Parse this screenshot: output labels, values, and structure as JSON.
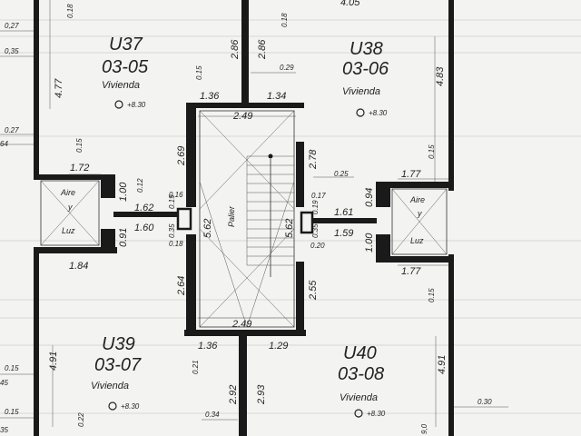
{
  "units": [
    {
      "code": "U37",
      "floor": "03-05",
      "type": "Vivienda",
      "level": "+8.30"
    },
    {
      "code": "U38",
      "floor": "03-06",
      "type": "Vivienda",
      "level": "+8.30"
    },
    {
      "code": "U39",
      "floor": "03-07",
      "type": "Vivienda",
      "level": "+8.30"
    },
    {
      "code": "U40",
      "floor": "03-08",
      "type": "Vivienda",
      "level": "+8.30"
    }
  ],
  "shafts": [
    {
      "line1": "Aire",
      "line2": "y",
      "line3": "Luz"
    },
    {
      "line1": "Aire",
      "line2": "y",
      "line3": "Luz"
    }
  ],
  "core": {
    "label": "Palier"
  },
  "dims": {
    "d_0_27_a": "0,27",
    "d_0_35_a": "0,35",
    "d_0_18_top": "0.18",
    "d_0_18_top2": "0.18",
    "d_4_77": "4.77",
    "d_2_86_a": "2.86",
    "d_2_86_b": "2.86",
    "d_0_15_a": "0.15",
    "d_0_29": "0.29",
    "d_4_83": "4.83",
    "d_1_36_top": "1.36",
    "d_1_34": "1.34",
    "d_2_49_top": "2.49",
    "d_0_27_b": "0.27",
    "d_64": "64",
    "d_0_15_b": "0.15",
    "d_2_69": "2.69",
    "d_2_78": "2.78",
    "d_0_25": "0.25",
    "d_1_72": "1.72",
    "d_1_77_top": "1.77",
    "d_0_15_c": "0.15",
    "d_1_00_a": "1.00",
    "d_0_12": "0.12",
    "d_1_62": "1.62",
    "d_1_60": "1.60",
    "d_0_16": "0.16",
    "d_0_19": "0.19",
    "d_0_35_c": "0.35",
    "d_0_18_c": "0.18",
    "d_5_62_a": "5.62",
    "d_5_62_b": "5.62",
    "d_0_17": "0.17",
    "d_0_19_b": "0.19",
    "d_0_35_d": "0.35",
    "d_0_20": "0.20",
    "d_0_94": "0.94",
    "d_1_61": "1.61",
    "d_1_59": "1.59",
    "d_1_00_b": "1.00",
    "d_0_91": "0.91",
    "d_1_84": "1.84",
    "d_1_77_bot": "1.77",
    "d_2_64": "2.64",
    "d_2_55": "2.55",
    "d_0_15_d": "0.15",
    "d_2_49_bot": "2.49",
    "d_1_36_bot": "1.36",
    "d_1_29": "1.29",
    "d_4_91_a": "4.91",
    "d_4_91_b": "4.91",
    "d_0_21": "0.21",
    "d_2_92": "2.92",
    "d_2_93": "2.93",
    "d_0_15_e": "0.15",
    "d_45": "45",
    "d_0_15_f": "0.15",
    "d_0_22": "0.22",
    "d_0_34": "0.34",
    "d_0_30": "0.30",
    "d_35": "35",
    "d_9_0": "9,0",
    "d_4_05": "4.05"
  },
  "colors": {
    "wall": "#1a1a1a",
    "paper": "#f3f3f1",
    "ink": "#222222"
  }
}
